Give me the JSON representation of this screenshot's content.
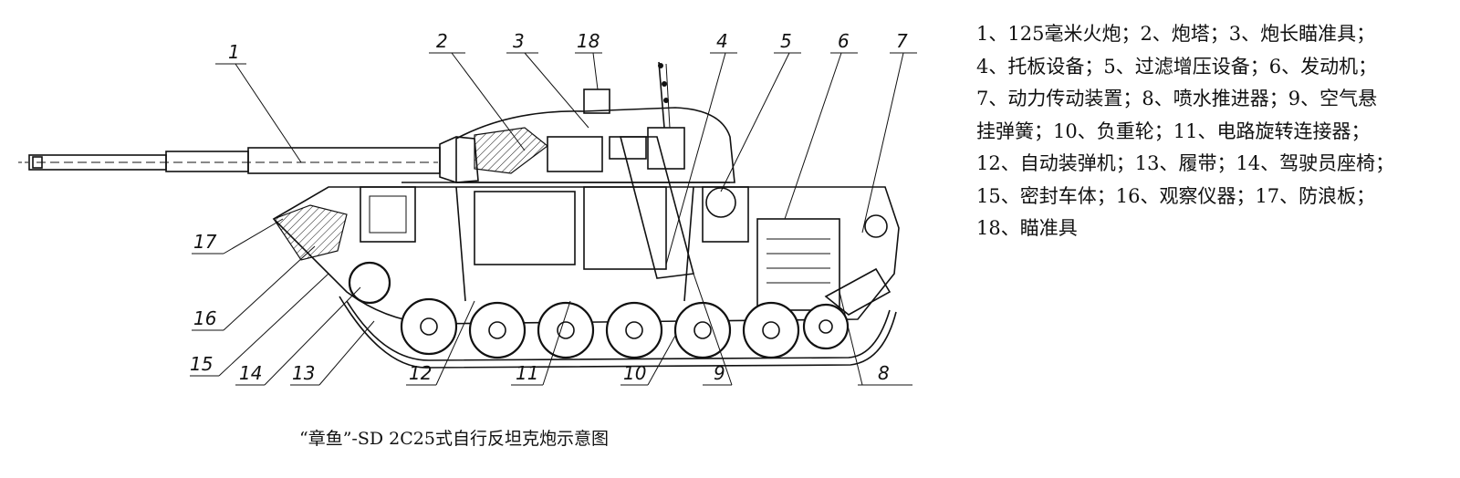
{
  "legend": {
    "lines": [
      "1、125毫米火炮；2、炮塔；3、炮长瞄准具；",
      "4、托板设备；5、过滤增压设备；6、发动机；",
      "7、动力传动装置；8、喷水推进器；9、空气悬",
      "挂弹簧；10、负重轮；11、电路旋转连接器；",
      "12、自动装弹机；13、履带；14、驾驶员座椅；",
      "15、密封车体；16、观察仪器；17、防浪板；",
      "18、瞄准具"
    ]
  },
  "caption": "“章鱼”-SD 2C25式自行反坦克炮示意图",
  "callouts": [
    "1",
    "2",
    "3",
    "18",
    "4",
    "5",
    "6",
    "7",
    "17",
    "16",
    "15",
    "14",
    "13",
    "12",
    "11",
    "10",
    "9",
    "8"
  ]
}
